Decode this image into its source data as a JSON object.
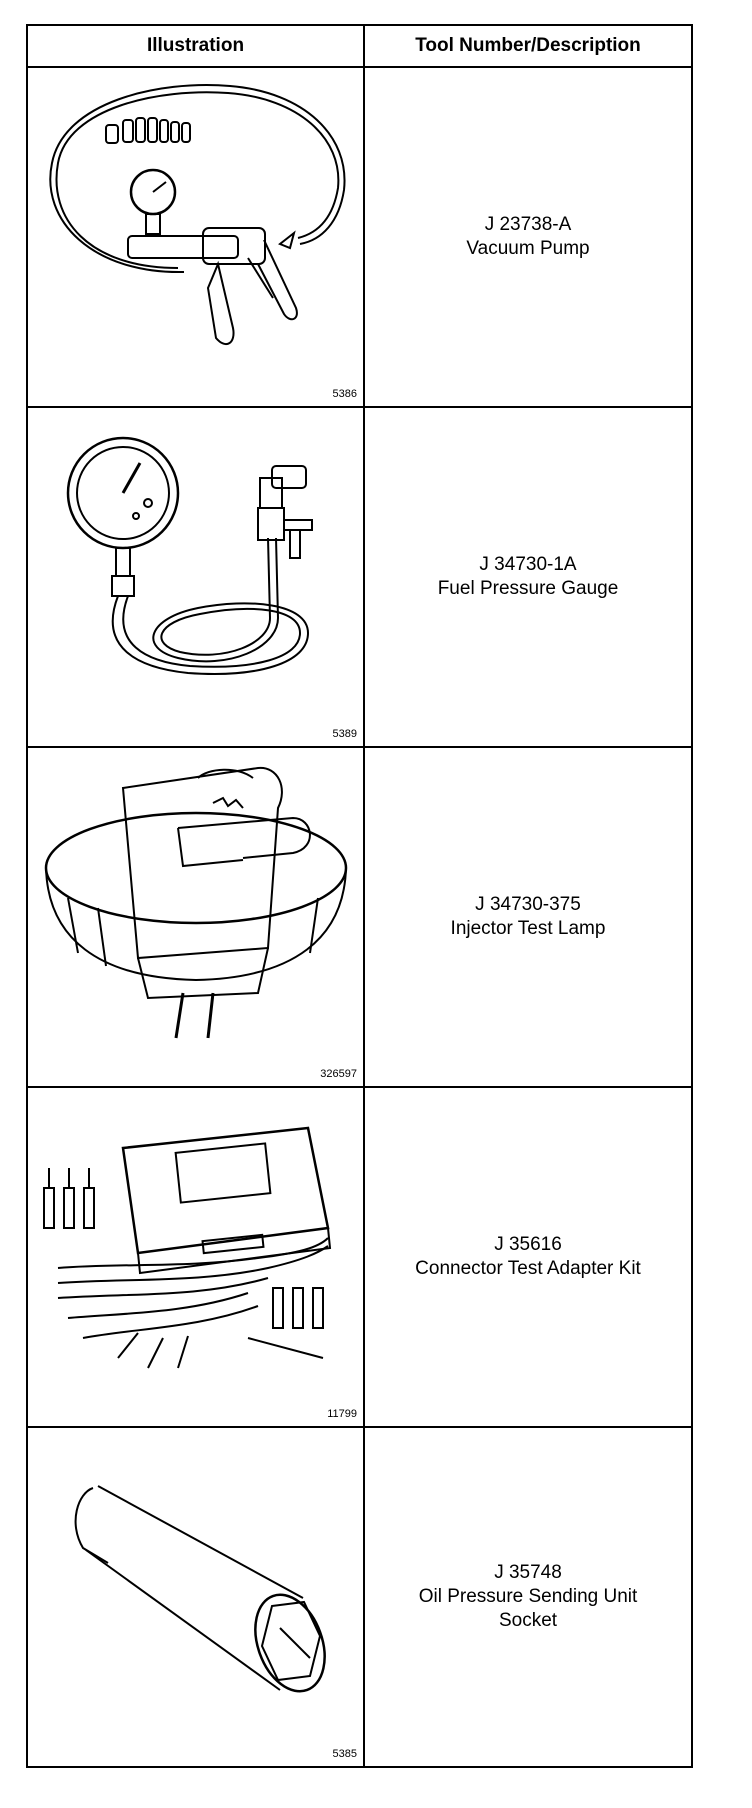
{
  "header": {
    "illustration": "Illustration",
    "tool": "Tool Number/Description"
  },
  "tools": [
    {
      "figure": "5386",
      "number": "J 23738-A",
      "description": "Vacuum Pump",
      "icon": "vacuum-pump-icon"
    },
    {
      "figure": "5389",
      "number": "J 34730-1A",
      "description": "Fuel Pressure Gauge",
      "icon": "fuel-pressure-gauge-icon"
    },
    {
      "figure": "326597",
      "number": "J 34730-375",
      "description": "Injector Test Lamp",
      "icon": "injector-test-lamp-icon"
    },
    {
      "figure": "11799",
      "number": "J 35616",
      "description": "Connector Test Adapter Kit",
      "icon": "connector-test-adapter-kit-icon"
    },
    {
      "figure": "5385",
      "number": "J 35748",
      "description": "Oil Pressure Sending Unit Socket",
      "icon": "socket-icon"
    }
  ]
}
